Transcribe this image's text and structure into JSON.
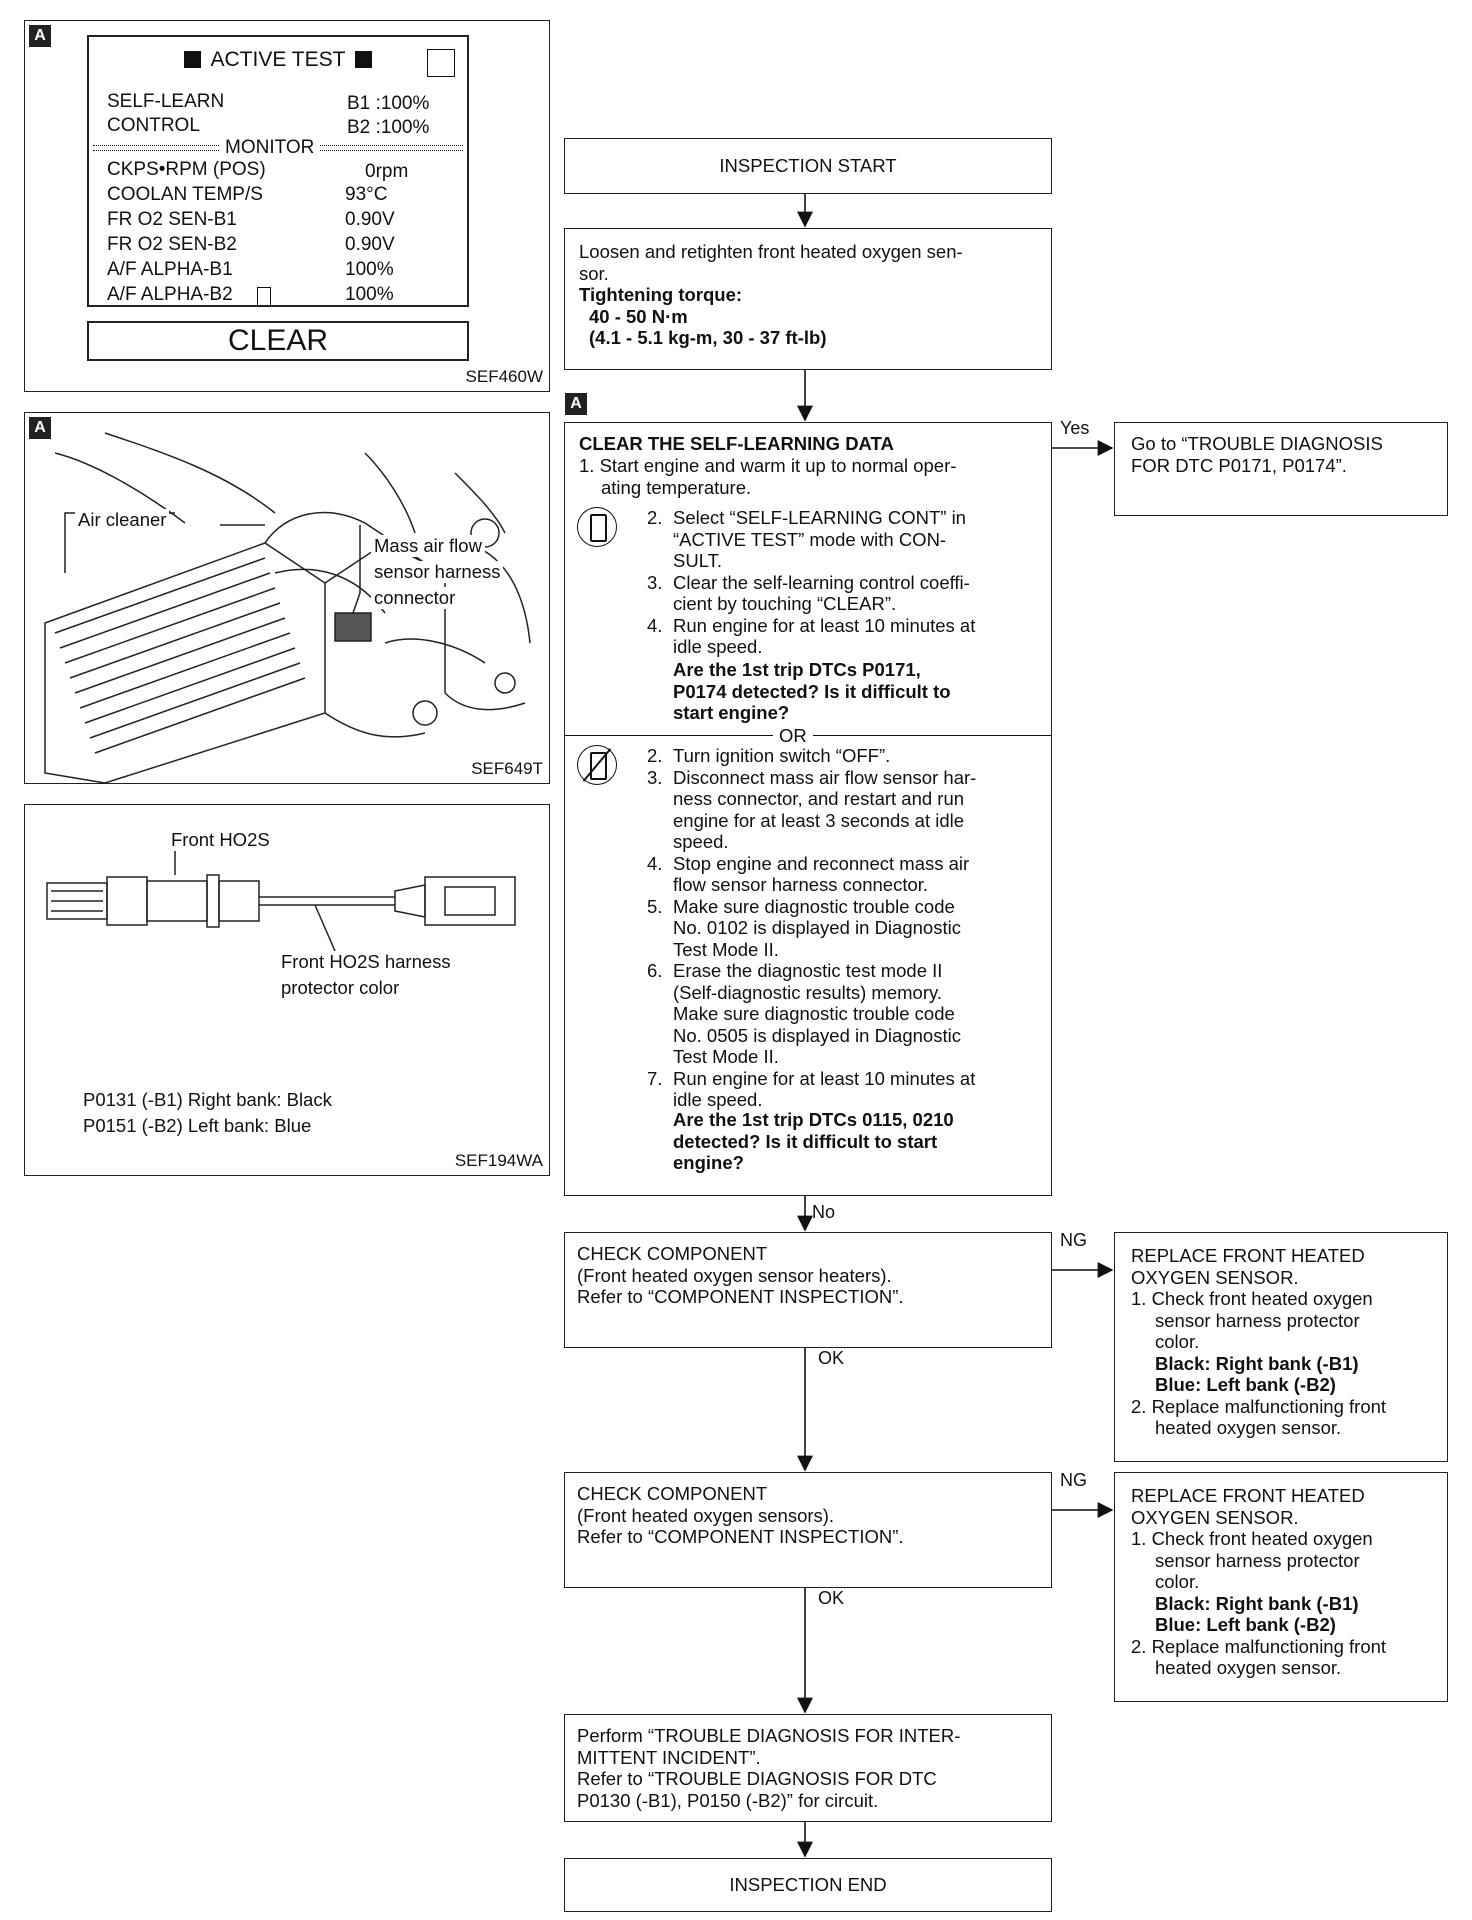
{
  "consult_screen": {
    "tag": "A",
    "title": "ACTIVE TEST",
    "rows_top": [
      {
        "label": "SELF-LEARN",
        "value": "B1 :100%"
      },
      {
        "label": "CONTROL",
        "value": "B2 :100%"
      }
    ],
    "monitor_label": "MONITOR",
    "monitor_rows": [
      {
        "label": "CKPS•RPM (POS)",
        "value": "0rpm"
      },
      {
        "label": "COOLAN TEMP/S",
        "value": "93°C"
      },
      {
        "label": "FR O2 SEN-B1",
        "value": "0.90V"
      },
      {
        "label": "FR O2 SEN-B2",
        "value": "0.90V"
      },
      {
        "label": "A/F ALPHA-B1",
        "value": "100%"
      },
      {
        "label": "A/F ALPHA-B2",
        "value": "100%"
      }
    ],
    "clear_button": "CLEAR",
    "code": "SEF460W"
  },
  "engine_figure": {
    "tag": "A",
    "label_air_cleaner": "Air cleaner",
    "label_maf_1": "Mass air flow",
    "label_maf_2": "sensor harness",
    "label_maf_3": "connector",
    "code": "SEF649T"
  },
  "sensor_figure": {
    "label_front": "Front HO2S",
    "label_harness_1": "Front HO2S harness",
    "label_harness_2": "protector color",
    "line1": "P0131 (-B1) Right bank: Black",
    "line2": "P0151 (-B2) Left bank: Blue",
    "code": "SEF194WA"
  },
  "flow": {
    "start": "INSPECTION START",
    "step1_text_1": "Loosen and retighten front heated oxygen sen-",
    "step1_text_2": "sor.",
    "step1_bold": "Tightening torque:",
    "step1_t1": "40 - 50 N·m",
    "step1_t2": "(4.1 - 5.1 kg-m, 30 - 37 ft-lb)",
    "tag": "A",
    "clear_title": "CLEAR THE SELF-LEARNING DATA",
    "clear_1": "1. Start engine and warm it up to normal oper-",
    "clear_1b": "ating temperature.",
    "consult_steps": [
      {
        "n": "2.",
        "lines": [
          "Select “SELF-LEARNING CONT” in",
          "“ACTIVE TEST” mode with CON-",
          "SULT."
        ]
      },
      {
        "n": "3.",
        "lines": [
          "Clear the self-learning control coeffi-",
          "cient by touching “CLEAR”."
        ]
      },
      {
        "n": "4.",
        "lines": [
          "Run engine for at least 10 minutes at",
          "idle speed."
        ]
      }
    ],
    "consult_question": [
      "Are the 1st trip DTCs P0171,",
      "P0174 detected? Is it difficult to",
      "start engine?"
    ],
    "or_label": "OR",
    "nocons_steps": [
      {
        "n": "2.",
        "lines": [
          "Turn ignition switch “OFF”."
        ]
      },
      {
        "n": "3.",
        "lines": [
          "Disconnect mass air flow sensor har-",
          "ness connector, and restart and run",
          "engine for at least 3 seconds at idle",
          "speed."
        ]
      },
      {
        "n": "4.",
        "lines": [
          "Stop engine and reconnect mass air",
          "flow sensor harness connector."
        ]
      },
      {
        "n": "5.",
        "lines": [
          "Make sure diagnostic trouble code",
          "No. 0102 is displayed in Diagnostic",
          "Test Mode II."
        ]
      },
      {
        "n": "6.",
        "lines": [
          "Erase the diagnostic test mode II",
          "(Self-diagnostic results) memory.",
          "Make sure diagnostic trouble code",
          "No. 0505 is displayed in Diagnostic",
          "Test Mode II."
        ]
      },
      {
        "n": "7.",
        "lines": [
          "Run engine for at least 10 minutes at",
          "idle speed."
        ]
      }
    ],
    "nocons_question": [
      "Are the 1st trip DTCs 0115, 0210",
      "detected? Is it difficult to start",
      "engine?"
    ],
    "yes_label": "Yes",
    "yes_box": [
      "Go to “TROUBLE DIAGNOSIS",
      "FOR DTC P0171, P0174”."
    ],
    "no_label": "No",
    "check1": [
      "CHECK COMPONENT",
      "(Front heated oxygen sensor heaters).",
      "Refer to “COMPONENT INSPECTION”."
    ],
    "check2": [
      "CHECK COMPONENT",
      "(Front heated oxygen sensors).",
      "Refer to “COMPONENT INSPECTION”."
    ],
    "ng_label": "NG",
    "ok_label": "OK",
    "replace": {
      "title": [
        "REPLACE FRONT HEATED",
        "OXYGEN SENSOR."
      ],
      "step1": [
        "1. Check front heated oxygen",
        "sensor harness protector",
        "color."
      ],
      "bold1": "Black: Right bank (-B1)",
      "bold2": "Blue: Left bank (-B2)",
      "step2": [
        "2. Replace malfunctioning front",
        "heated oxygen sensor."
      ]
    },
    "perform": [
      "Perform “TROUBLE DIAGNOSIS FOR INTER-",
      "MITTENT INCIDENT”.",
      "Refer to “TROUBLE DIAGNOSIS FOR DTC",
      "P0130 (-B1), P0150 (-B2)” for circuit."
    ],
    "end": "INSPECTION END"
  }
}
